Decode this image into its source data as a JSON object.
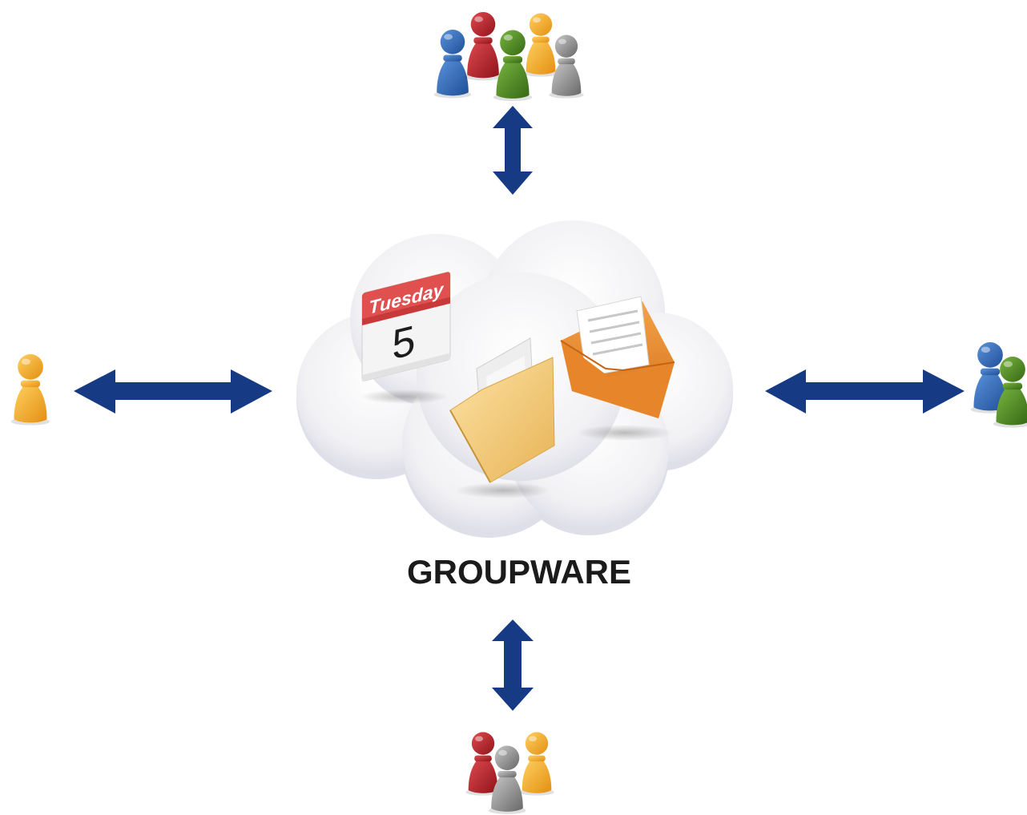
{
  "diagram": {
    "center_label": "GROUPWARE",
    "calendar": {
      "day_name": "Tuesday",
      "date": "5"
    }
  },
  "colors": {
    "arrow": "#173a84",
    "person_blue": "#2b64b5",
    "person_red": "#b81f27",
    "person_green": "#4c8a1e",
    "person_orange": "#f2a623",
    "person_gray": "#8c8c8c",
    "calendar_header": "#e0504e",
    "envelope": "#e68a2e",
    "folder": "#f3c873"
  }
}
